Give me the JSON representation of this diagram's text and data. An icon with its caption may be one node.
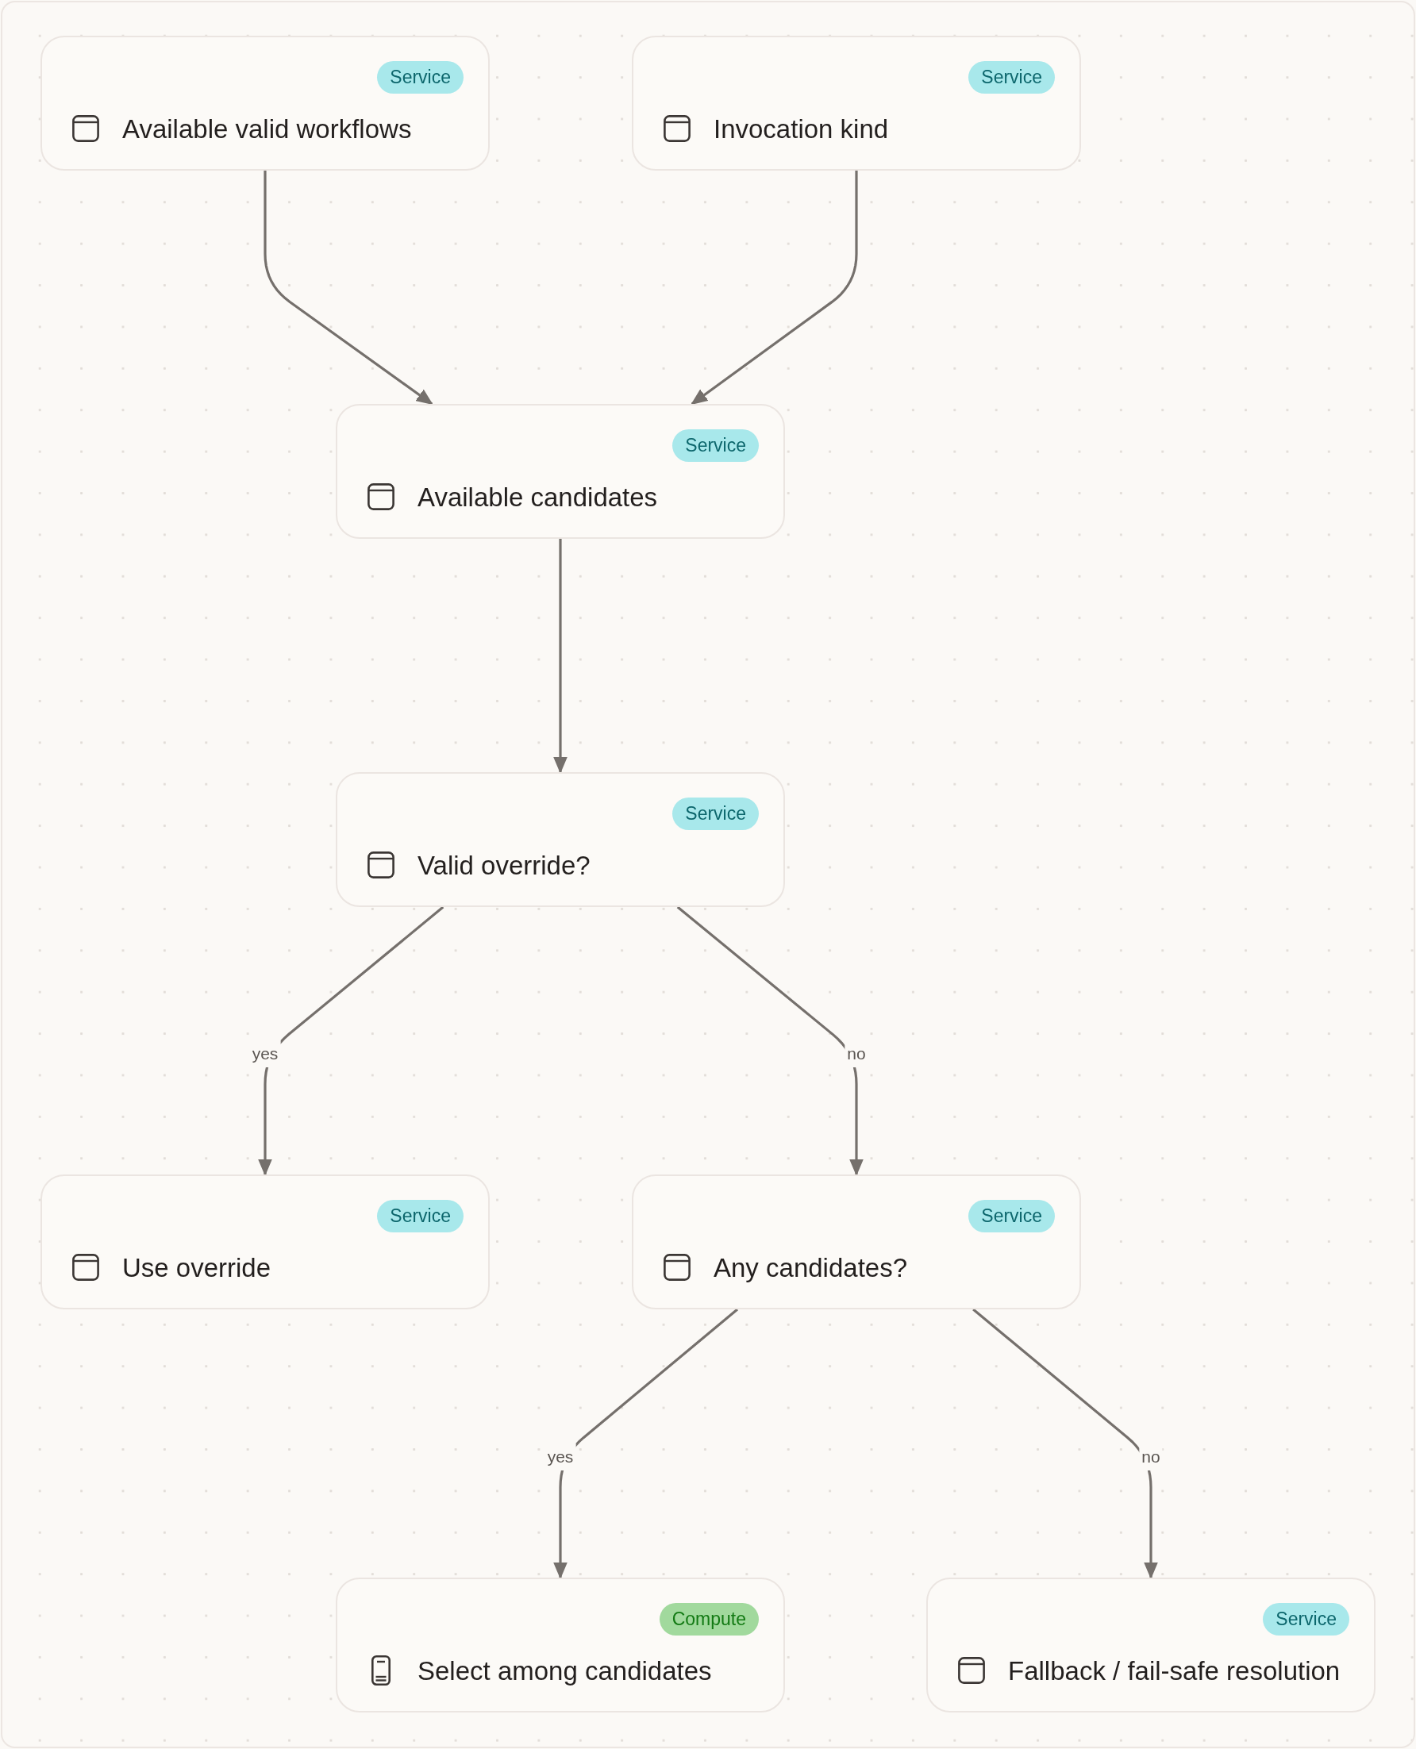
{
  "diagram": {
    "nodes": [
      {
        "text": [
          "Available valid workflows"
        ]
      },
      {
        "text": [
          "Service"
        ],
        "in": 0
      },
      {
        "text": [
          "Invocation kind"
        ]
      },
      {
        "text": [
          "Service"
        ],
        "in": 2
      },
      {
        "text": [
          "Available candidates"
        ]
      },
      {
        "text": [
          "Service"
        ],
        "in": 4
      },
      {
        "text": [
          "Valid override?"
        ]
      },
      {
        "text": [
          "Service"
        ],
        "in": 6
      },
      {
        "text": [
          "Use override"
        ]
      },
      {
        "text": [
          "Service"
        ],
        "in": 8
      },
      {
        "text": [
          "Any candidates?"
        ]
      },
      {
        "text": [
          "Service"
        ],
        "in": 10
      },
      {
        "text": [
          "Select among candidates"
        ]
      },
      {
        "text": [
          "Compute"
        ],
        "in": 12
      },
      {
        "text": [
          "Fallback / fail-safe resolution"
        ]
      },
      {
        "text": [
          "Service"
        ],
        "in": 14
      }
    ],
    "edges": [
      {
        "from": 0,
        "to": 4,
        "arrow": "to"
      },
      {
        "from": 2,
        "to": 4,
        "arrow": "to"
      },
      {
        "from": 4,
        "to": 6,
        "arrow": "to"
      },
      {
        "from": 6,
        "to": 8,
        "arrow": "to",
        "label": "yes"
      },
      {
        "from": 6,
        "to": 10,
        "arrow": "to",
        "label": "no"
      },
      {
        "from": 10,
        "to": 12,
        "arrow": "to",
        "label": "yes"
      },
      {
        "from": 10,
        "to": 14,
        "arrow": "to",
        "label": "no"
      }
    ]
  }
}
